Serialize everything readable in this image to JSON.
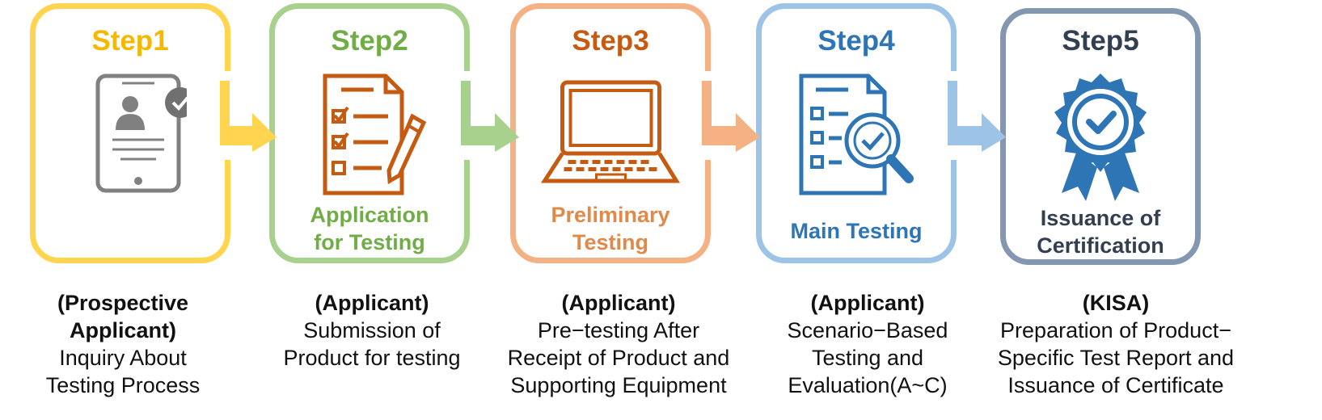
{
  "steps": [
    {
      "title": "Step1",
      "label": "",
      "role_lines": [
        "(Prospective",
        "Applicant)"
      ],
      "desc_lines": [
        "Inquiry About",
        "Testing Process"
      ],
      "color": "#FFD54F",
      "text_color": "#F5B800",
      "icon": "mobile-profile-verified-icon"
    },
    {
      "title": "Step2",
      "label_lines": [
        "Application",
        "for Testing"
      ],
      "role_lines": [
        "(Applicant)"
      ],
      "desc_lines": [
        "Submission of",
        "Product for testing"
      ],
      "color": "#A9D18E",
      "text_color": "#70AD47",
      "icon": "checklist-pen-icon"
    },
    {
      "title": "Step3",
      "label_lines": [
        "Preliminary",
        "Testing"
      ],
      "role_lines": [
        "(Applicant)"
      ],
      "desc_lines": [
        "Pre−testing After",
        "Receipt of Product and",
        "Supporting Equipment"
      ],
      "color": "#F4B183",
      "text_color": "#C55A11",
      "label_color": "#E08A4A",
      "icon": "laptop-icon"
    },
    {
      "title": "Step4",
      "label_lines": [
        "Main Testing"
      ],
      "role_lines": [
        "(Applicant)"
      ],
      "desc_lines": [
        "Scenario−Based",
        "Testing and",
        "Evaluation(A~C)"
      ],
      "color": "#9DC3E6",
      "text_color": "#2E75B6",
      "icon": "document-magnifier-check-icon"
    },
    {
      "title": "Step5",
      "label_lines": [
        "Issuance of",
        "Certification"
      ],
      "role_lines": [
        "(KISA)"
      ],
      "desc_lines": [
        "Preparation of Product−",
        "Specific Test Report and",
        "Issuance of Certificate"
      ],
      "color": "#8497B0",
      "text_color": "#333F50",
      "icon": "certificate-badge-icon"
    }
  ]
}
